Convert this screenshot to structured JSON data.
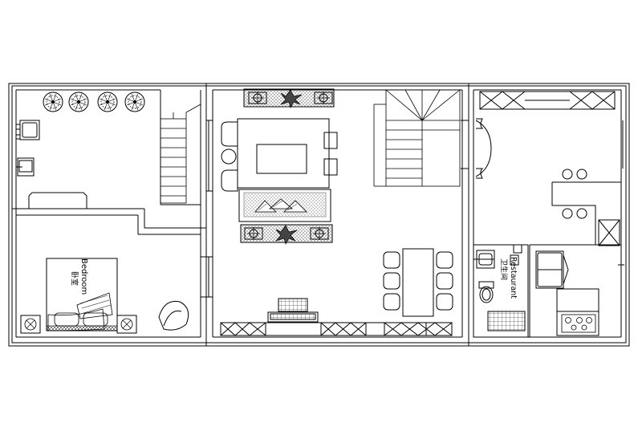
{
  "rooms": {
    "bedroom": {
      "label_cn": "卧室",
      "label_en": "Bedroom"
    },
    "bathroom": {
      "label_cn": "卫生间",
      "label_en": "Restaurant"
    }
  },
  "colors": {
    "line": "#000000",
    "background": "#ffffff",
    "hatch": "#000000"
  },
  "icons": [
    "tree-icon",
    "armchair-icon",
    "plant-icon",
    "lamp-icon",
    "sofa-icon",
    "stair-icon",
    "toilet-icon",
    "stove-icon",
    "sink-icon"
  ]
}
